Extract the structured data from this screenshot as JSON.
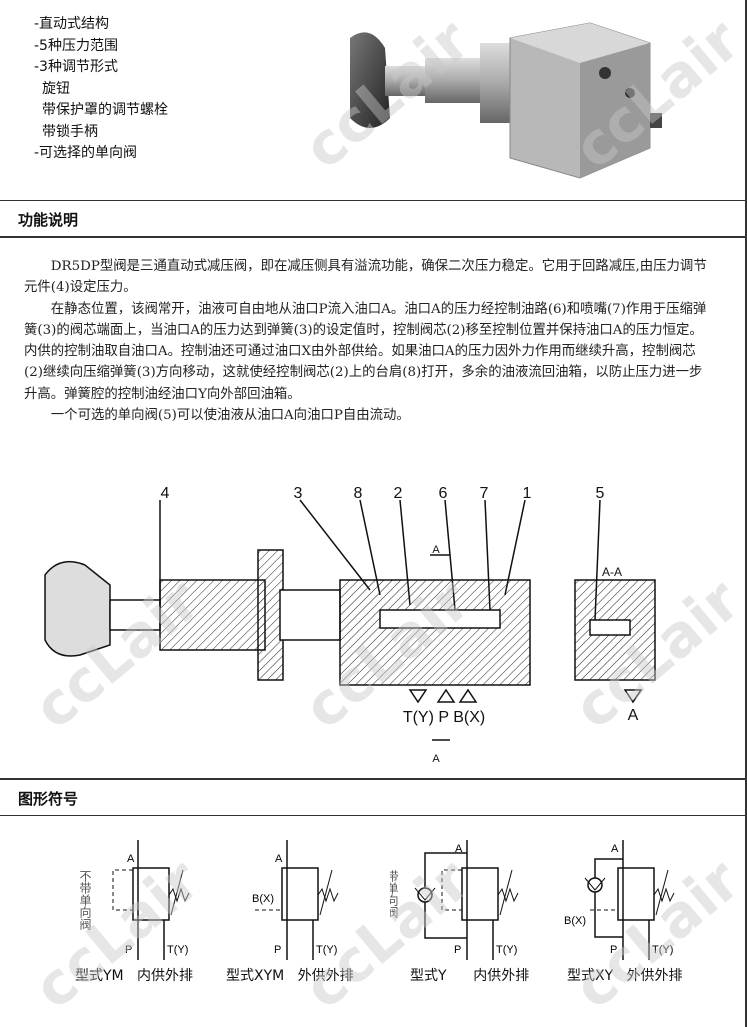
{
  "features": [
    "-直动式结构",
    "-5种压力范围",
    "-3种调节形式",
    " 旋钮",
    " 带保护罩的调节螺栓",
    " 带锁手柄",
    "-可选择的单向阀"
  ],
  "sections": {
    "function_title": "功能说明",
    "symbols_title": "图形符号"
  },
  "description": [
    "DR5DP型阀是三通直动式减压阀，即在减压侧具有溢流功能，确保二次压力稳定。它用于回路减压,由压力调节元件(4)设定压力。",
    "在静态位置，该阀常开，油液可自由地从油口P流入油口A。油口A的压力经控制油路(6)和喷嘴(7)作用于压缩弹簧(3)的阀芯端面上，当油口A的压力达到弹簧(3)的设定值时，控制阀芯(2)移至控制位置并保持油口A的压力恒定。内供的控制油取自油口A。控制油还可通过油口X由外部供给。如果油口A的压力因外力作用而继续升高，控制阀芯(2)继续向压缩弹簧(3)方向移动，这就使经控制阀芯(2)上的台肩(8)打开，多余的油液流回油箱，以防止压力进一步升高。弹簧腔的控制油经油口Y向外部回油箱。",
    "一个可选的单向阀(5)可以使油液从油口A向油口P自由流动。"
  ],
  "drawing": {
    "callouts": [
      "4",
      "3",
      "8",
      "2",
      "6",
      "7",
      "1",
      "5"
    ],
    "section_mark": "A",
    "section_view_label": "A-A",
    "ports_label": "T(Y) P B(X)",
    "port_a": "A"
  },
  "symbols": [
    {
      "side_note": "不带单向阀",
      "a": "A",
      "b": "",
      "p": "P",
      "t": "T(Y)",
      "type": "型式YM",
      "supply": "内供外排"
    },
    {
      "side_note": "",
      "a": "A",
      "b": "B(X)",
      "p": "P",
      "t": "T(Y)",
      "type": "型式XYM",
      "supply": "外供外排"
    },
    {
      "side_note": "带单向阀",
      "a": "A",
      "b": "",
      "p": "P",
      "t": "T(Y)",
      "type": "型式Y",
      "supply": "内供外排"
    },
    {
      "side_note": "",
      "a": "A",
      "b": "B(X)",
      "p": "P",
      "t": "T(Y)",
      "type": "型式XY",
      "supply": "外供外排"
    }
  ],
  "watermark": "ccLair"
}
